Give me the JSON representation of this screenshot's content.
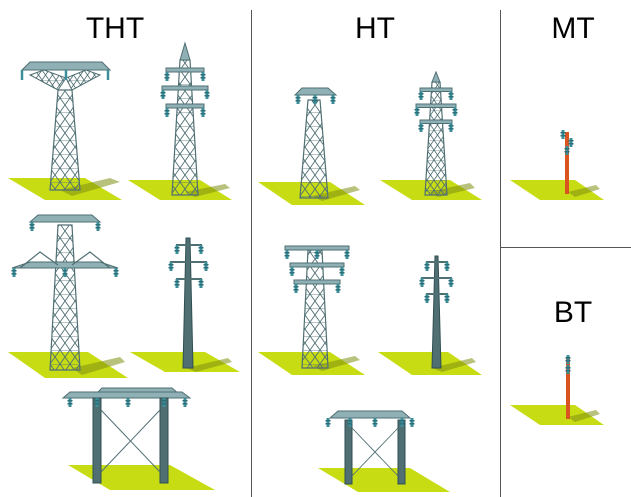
{
  "sections": {
    "tht": {
      "label": "THT"
    },
    "ht": {
      "label": "HT"
    },
    "mt": {
      "label": "MT"
    },
    "bt": {
      "label": "BT"
    }
  },
  "colors": {
    "ground": "#c8dc14",
    "ground_edge": "#a6b80e",
    "steel": "#4f6f73",
    "steel_light": "#8fb0b4",
    "insulator": "#3a8f9a",
    "pole_wood": "#d9541e",
    "shadow": "#7f8f10",
    "divider": "#555555"
  }
}
